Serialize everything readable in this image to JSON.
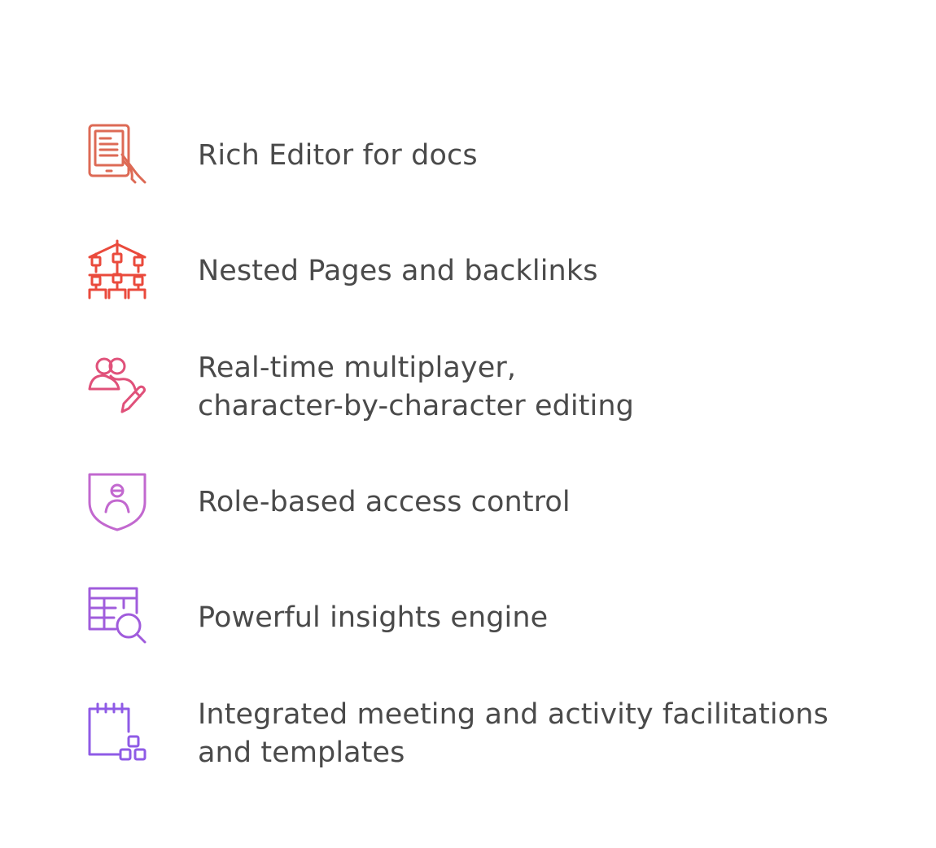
{
  "colors": {
    "text": "#4a4a4a",
    "icon_1": "#dd6a55",
    "icon_2": "#ea4a3c",
    "icon_3": "#e0517a",
    "icon_4": "#c268cf",
    "icon_5": "#a05cdc",
    "icon_6": "#8f5be6"
  },
  "features": [
    {
      "icon": "tablet-document-hand-icon",
      "lines": [
        "Rich Editor for docs"
      ]
    },
    {
      "icon": "sitemap-hierarchy-icon",
      "lines": [
        "Nested Pages and backlinks"
      ]
    },
    {
      "icon": "users-pencil-icon",
      "lines": [
        "Real-time multiplayer,",
        "character-by-character editing"
      ]
    },
    {
      "icon": "shield-user-icon",
      "lines": [
        "Role-based access control"
      ]
    },
    {
      "icon": "table-magnifier-icon",
      "lines": [
        "Powerful insights engine"
      ]
    },
    {
      "icon": "calendar-blocks-icon",
      "lines": [
        "Integrated meeting and activity facilitations",
        "and templates"
      ]
    }
  ]
}
